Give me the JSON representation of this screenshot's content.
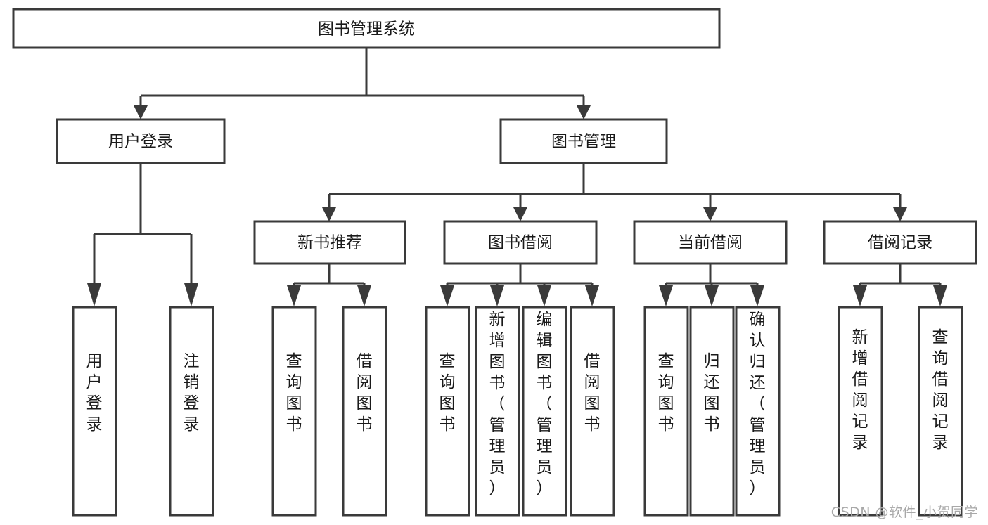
{
  "diagram": {
    "type": "tree",
    "title": "图书管理系统",
    "orientation": "top-down",
    "watermark": "CSDN @软件_小贺同学",
    "colors": {
      "stroke": "#3a3a3a",
      "fill": "#ffffff",
      "text": "#1a1a1a",
      "watermark": "#a8a8a8"
    }
  },
  "nodes": {
    "root": {
      "label": "图书管理系统"
    },
    "level2": [
      {
        "label": "用户登录"
      },
      {
        "label": "图书管理"
      }
    ],
    "level3": [
      {
        "label": "新书推荐"
      },
      {
        "label": "图书借阅"
      },
      {
        "label": "当前借阅"
      },
      {
        "label": "借阅记录"
      }
    ],
    "leaves": {
      "user_login": [
        {
          "label": "用户登录"
        },
        {
          "label": "注销登录"
        }
      ],
      "new_book": [
        {
          "label": "查询图书"
        },
        {
          "label": "借阅图书"
        }
      ],
      "borrow_book": [
        {
          "label": "查询图书"
        },
        {
          "label": "新增图书（管理员）"
        },
        {
          "label": "编辑图书（管理员）"
        },
        {
          "label": "借阅图书"
        }
      ],
      "current_borrow": [
        {
          "label": "查询图书"
        },
        {
          "label": "归还图书"
        },
        {
          "label": "确认归还（管理员）"
        }
      ],
      "borrow_record": [
        {
          "label": "新增借阅记录"
        },
        {
          "label": "查询借阅记录"
        }
      ]
    }
  }
}
